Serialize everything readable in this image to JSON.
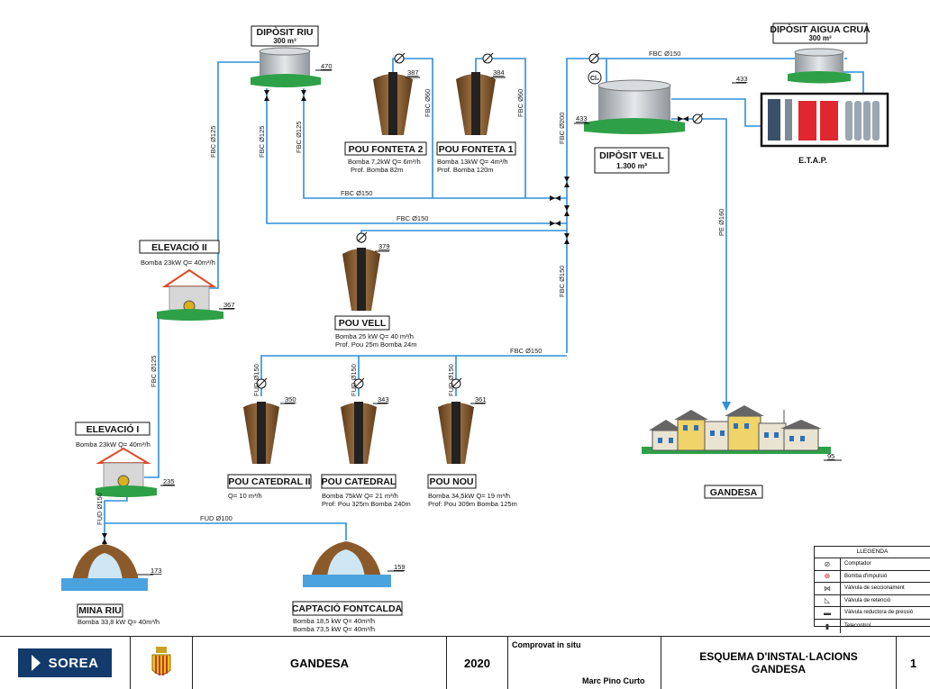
{
  "colors": {
    "pipe": "#2f8fd8",
    "ground": "#2ea047",
    "tank": "#c9ced2",
    "water": "#4aa3df",
    "rock": "#8b5a2b",
    "filter": "#e0272f"
  },
  "tanks": {
    "riu": {
      "title1": "DIPÒSIT RIU",
      "title2": "300 m³",
      "elev": "470"
    },
    "crua": {
      "title1": "DIPÒSIT AIGUA CRUA",
      "title2": "300 m³"
    },
    "vell": {
      "title1": "DIPÒSIT VELL",
      "title2": "1.300 m³",
      "elev": "433"
    },
    "cl2": "Cl₂"
  },
  "etap": {
    "label": "E.T.A.P.",
    "elev": "433"
  },
  "wells": {
    "fonteta2": {
      "name": "POU FONTETA 2",
      "elev": "387",
      "info1": "Bomba 7,2kW Q= 6m³/h",
      "info2": "Prof. Bomba 82m"
    },
    "fonteta1": {
      "name": "POU FONTETA 1",
      "elev": "384",
      "info1": "Bomba 13kW Q= 4m³/h",
      "info2": "Prof. Bomba 120m"
    },
    "vell": {
      "name": "POU VELL",
      "elev": "379",
      "info1": "Bomba 25 kW Q= 40 m³/h",
      "info2": "Prof. Pou 25m Bomba 24m"
    },
    "catedral2": {
      "name": "POU CATEDRAL II",
      "elev": "350",
      "info1": "Q= 10 m³/h"
    },
    "catedral": {
      "name": "POU CATEDRAL",
      "elev": "343",
      "info1": "Bomba 75kW Q= 21 m³/h",
      "info2": "Prof: Pou 325m Bomba 240m"
    },
    "nou": {
      "name": "POU NOU",
      "elev": "361",
      "info1": "Bomba 34,5kW Q= 19 m³/h",
      "info2": "Prof: Pou 309m Bomba 125m"
    }
  },
  "elevations": {
    "e2": {
      "name": "ELEVACIÓ II",
      "info": "Bomba 23kW Q= 40m³/h",
      "elev": "367"
    },
    "e1": {
      "name": "ELEVACIÓ I",
      "info": "Bomba 23kW Q= 40m³/h",
      "elev": "235"
    }
  },
  "sources": {
    "mina": {
      "name": "MINA RIU",
      "info": "Bomba 33,8 kW Q= 40m³/h",
      "elev": "173"
    },
    "fontcalda": {
      "name": "CAPTACIÓ FONTCALDA",
      "info1": "Bomba 18,5 kW Q= 40m³/h",
      "info2": "Bomba 73,5 kW Q= 40m³/h",
      "elev": "159"
    }
  },
  "town": {
    "name": "GANDESA",
    "elev": "95"
  },
  "pipes": {
    "fbc125a": "FBC Ø125",
    "fbc125b": "FBC Ø125",
    "fbc125c": "FBC Ø125",
    "fbc125d": "FBC Ø125",
    "fbc60a": "FBC Ø60",
    "fbc60b": "FBC Ø60",
    "fbc150a": "FBC Ø150",
    "fbc150b": "FBC Ø150",
    "fbc150c": "FBC Ø150",
    "fbc150d": "FBC Ø150",
    "fbc150e": "FBC Ø150",
    "fbc200": "FBC Ø200",
    "pe160": "PE Ø160",
    "fud150a": "FUD Ø150",
    "fud150b": "FUD Ø150",
    "fud150c": "FUD Ø150",
    "fud150d": "FUD Ø150",
    "fud100": "FUD Ø100"
  },
  "legend": {
    "title": "LLEGENDA",
    "items": [
      "Comptador",
      "Bomba d'impulsió",
      "Vàlvula de seccionament",
      "Vàlvula de retenció",
      "Vàlvula reductora de pressió",
      "Telecontrol"
    ]
  },
  "title_block": {
    "company": "SOREA",
    "town": "GANDESA",
    "year": "2020",
    "checked_label": "Comprovat in situ",
    "checked_by": "Marc Pino Curto",
    "title_line1": "ESQUEMA D'INSTAL·LACIONS",
    "title_line2": "GANDESA",
    "page": "1"
  }
}
